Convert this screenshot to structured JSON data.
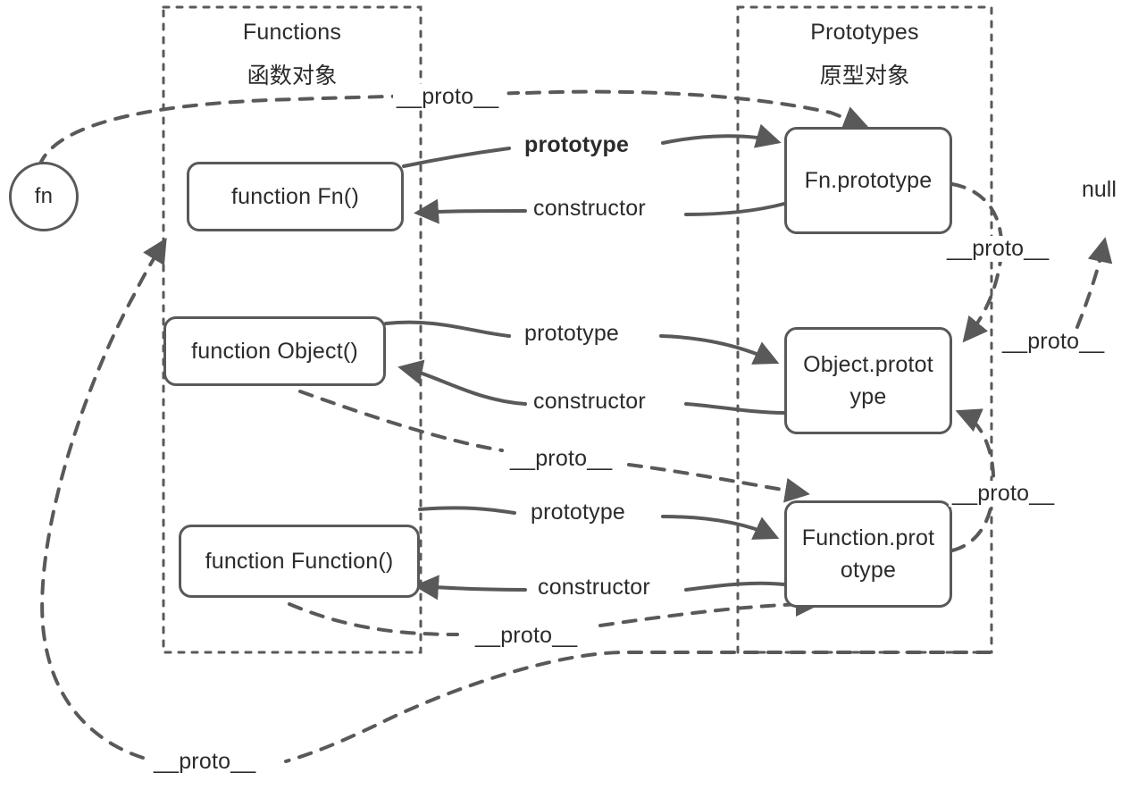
{
  "diagram": {
    "title": "JavaScript prototype chain diagram",
    "stroke_color": "#595959",
    "text_color": "#2b2b2b",
    "background": "#ffffff",
    "groups": [
      {
        "id": "functions",
        "label_en": "Functions",
        "label_cn": "函数对象"
      },
      {
        "id": "prototypes",
        "label_en": "Prototypes",
        "label_cn": "原型对象"
      }
    ],
    "nodes": [
      {
        "id": "fn",
        "label": "fn",
        "shape": "circle"
      },
      {
        "id": "function-fn",
        "label": "function Fn()",
        "shape": "rounded-rect"
      },
      {
        "id": "function-object",
        "label": "function Object()",
        "shape": "rounded-rect"
      },
      {
        "id": "function-function",
        "label": "function Function()",
        "shape": "rounded-rect"
      },
      {
        "id": "fn-prototype",
        "label": "Fn.prototype",
        "shape": "rounded-rect"
      },
      {
        "id": "object-prototype",
        "label": "Object.protot\nype",
        "shape": "rounded-rect"
      },
      {
        "id": "function-prototype",
        "label": "Function.prot\notype",
        "shape": "rounded-rect"
      },
      {
        "id": "null",
        "label": "null",
        "shape": "text"
      }
    ],
    "edges": [
      {
        "id": "e-fn-proto-top",
        "label": "__proto__",
        "style": "dashed",
        "from": "fn",
        "to": "fn-prototype",
        "bold": false
      },
      {
        "id": "e-fn-prototype",
        "label": "prototype",
        "style": "solid",
        "from": "function-fn",
        "to": "fn-prototype",
        "bold": true
      },
      {
        "id": "e-fn-constructor",
        "label": "constructor",
        "style": "solid",
        "from": "fn-prototype",
        "to": "function-fn",
        "bold": false
      },
      {
        "id": "e-object-prototype",
        "label": "prototype",
        "style": "solid",
        "from": "function-object",
        "to": "object-prototype",
        "bold": false
      },
      {
        "id": "e-object-constructor",
        "label": "constructor",
        "style": "solid",
        "from": "object-prototype",
        "to": "function-object",
        "bold": false
      },
      {
        "id": "e-function-prototype",
        "label": "prototype",
        "style": "solid",
        "from": "function-function",
        "to": "function-prototype",
        "bold": false
      },
      {
        "id": "e-function-constructor",
        "label": "constructor",
        "style": "solid",
        "from": "function-prototype",
        "to": "function-function",
        "bold": false
      },
      {
        "id": "e-fnproto-objproto",
        "label": "__proto__",
        "style": "dashed",
        "from": "fn-prototype",
        "to": "object-prototype",
        "bold": false
      },
      {
        "id": "e-objproto-null",
        "label": "__proto__",
        "style": "dashed",
        "from": "object-prototype",
        "to": "null",
        "bold": false
      },
      {
        "id": "e-object-funcproto",
        "label": "__proto__",
        "style": "dashed",
        "from": "function-object",
        "to": "function-prototype",
        "bold": false
      },
      {
        "id": "e-function-funcproto",
        "label": "__proto__",
        "style": "dashed",
        "from": "function-function",
        "to": "function-prototype",
        "bold": false
      },
      {
        "id": "e-funcproto-objproto",
        "label": "__proto__",
        "style": "dashed",
        "from": "function-prototype",
        "to": "object-prototype",
        "bold": false
      },
      {
        "id": "e-fnbox-proto-bottom",
        "label": "__proto__",
        "style": "dashed",
        "from": "function-prototype",
        "to": "function-fn",
        "bold": false
      }
    ],
    "labels": {
      "proto_top": "__proto__",
      "proto_fnproto_right": "__proto__",
      "proto_objproto_right": "__proto__",
      "proto_middle": "__proto__",
      "proto_funcproto_right": "__proto__",
      "proto_bottom_inner": "__proto__",
      "proto_bottom_left": "__proto__",
      "prototype_1": "prototype",
      "prototype_2": "prototype",
      "prototype_3": "prototype",
      "constructor_1": "constructor",
      "constructor_2": "constructor",
      "constructor_3": "constructor",
      "null_label": "null"
    }
  }
}
